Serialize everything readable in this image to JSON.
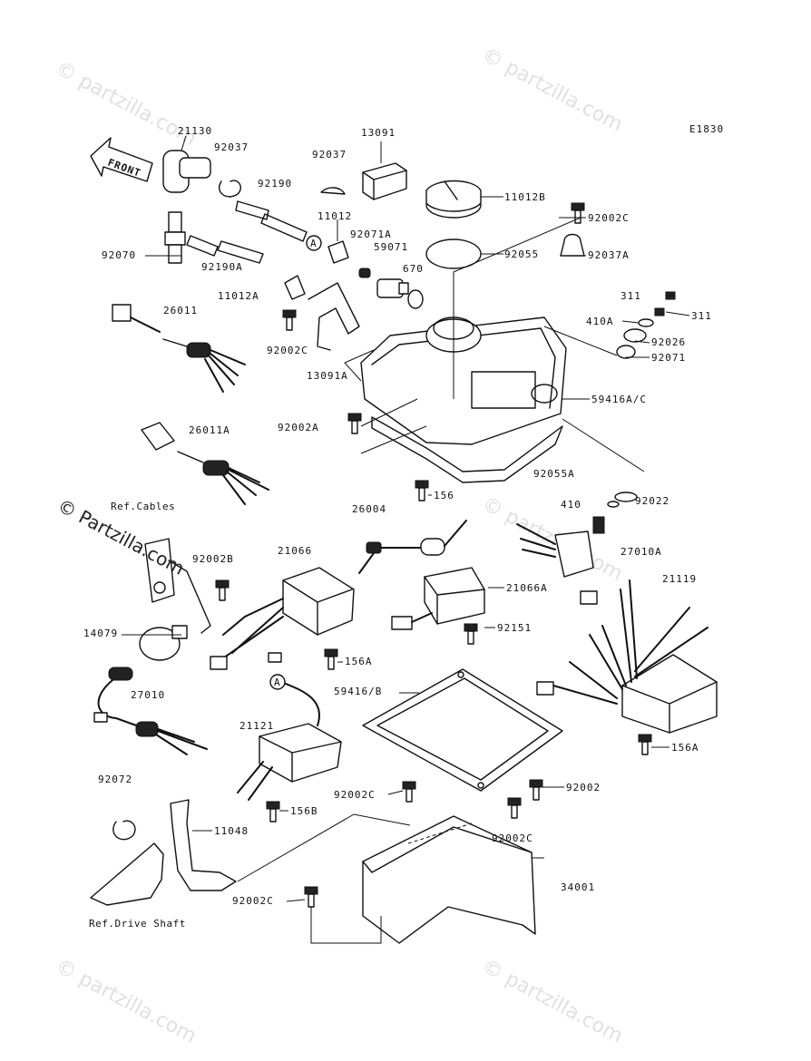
{
  "diagram_code": "E1830",
  "front_label": "FRONT",
  "watermark": "© Partzilla.com",
  "watermark_faint": "© partzilla.com",
  "callout_marker": "A",
  "references": {
    "cables": "Ref.Cables",
    "drive_shaft": "Ref.Drive Shaft"
  },
  "parts": [
    "21130",
    "92037",
    "92190",
    "92070",
    "92190A",
    "13091",
    "11012",
    "92071A",
    "59071",
    "670",
    "11012B",
    "92055",
    "92002C",
    "92037A",
    "11012A",
    "26011",
    "92002C",
    "13091A",
    "311",
    "410A",
    "311",
    "92026",
    "92071",
    "59416A/C",
    "92002A",
    "92055A",
    "26011A",
    "156",
    "410",
    "92022",
    "26004",
    "27010A",
    "92002B",
    "21066",
    "21066A",
    "21119",
    "14079",
    "92151",
    "156A",
    "27010",
    "59416/B",
    "21121",
    "156A",
    "92072",
    "156B",
    "92002C",
    "92002",
    "11048",
    "92002C",
    "34001",
    "92002C",
    "92037"
  ]
}
